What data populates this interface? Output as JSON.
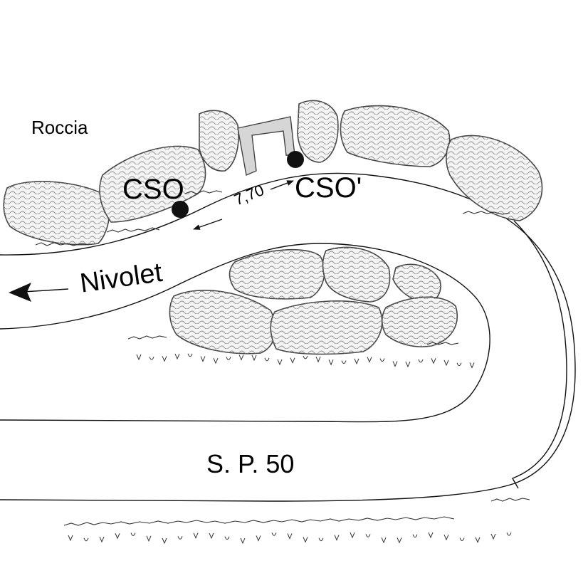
{
  "labels": {
    "rock": "Roccia",
    "station_left": "CSO",
    "station_right": "CSO'",
    "distance": "7,70",
    "direction": "Nivolet",
    "road": "S. P. 50"
  },
  "colors": {
    "line": "#111111",
    "rock_fill": "#f4f4f4",
    "rock_hatch": "#8a8a8a",
    "structure_fill": "#d6d6d6",
    "marker": "#111111"
  }
}
